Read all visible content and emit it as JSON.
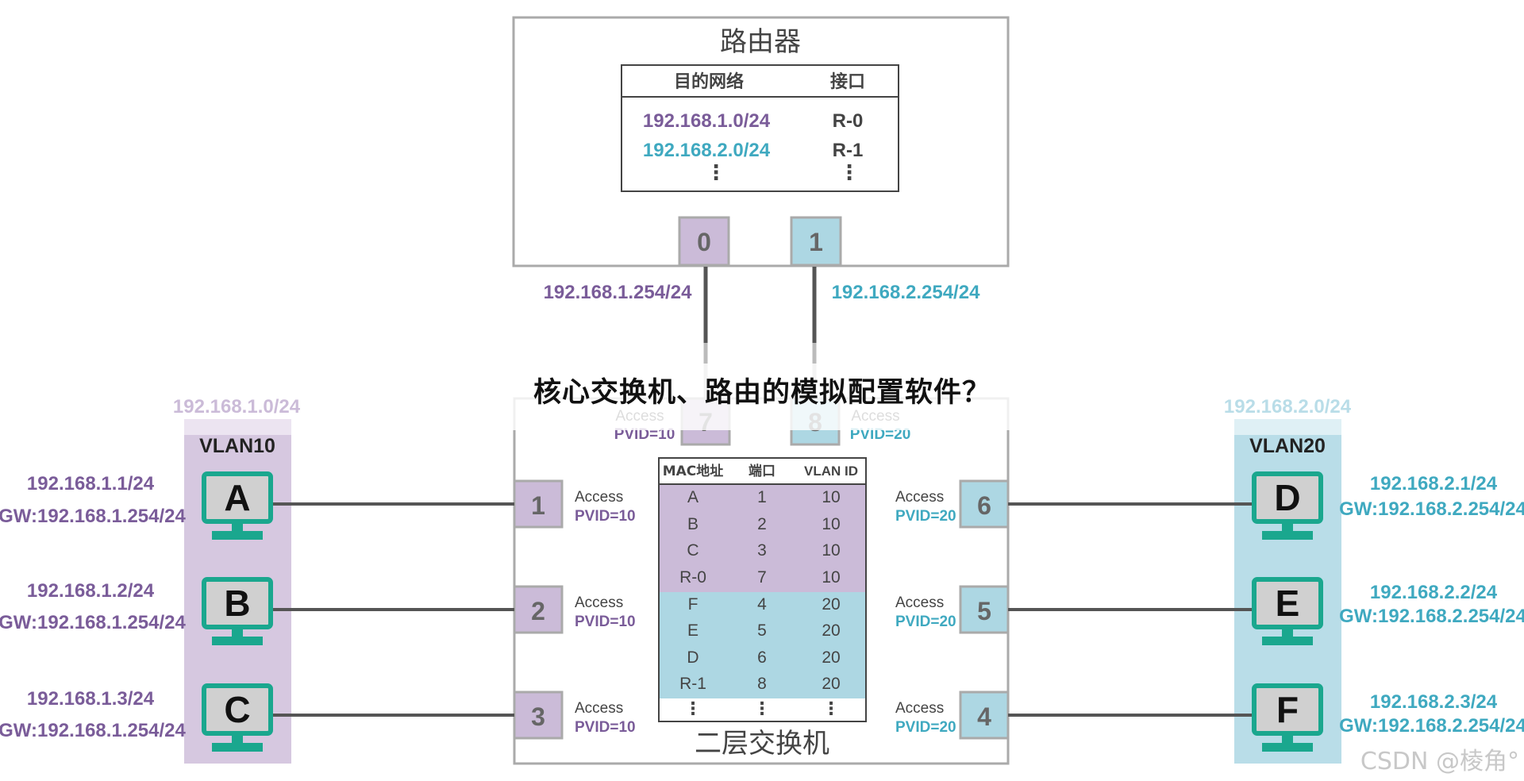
{
  "colors": {
    "purple": "#7a5c99",
    "purple_fill": "#cbbbd8",
    "purple_band": "#d6c8e0",
    "cyan": "#3fa9c0",
    "cyan_fill": "#add7e3",
    "cyan_band": "#b9dde8",
    "teal": "#1aa78e",
    "gray_text": "#444444",
    "border": "#aaaaaa"
  },
  "router": {
    "title": "路由器",
    "table_headers": [
      "目的网络",
      "接口"
    ],
    "rows": [
      {
        "network": "192.168.1.0/24",
        "iface": "R-0"
      },
      {
        "network": "192.168.2.0/24",
        "iface": "R-1"
      }
    ],
    "ellipsis": "⋮",
    "port0": "0",
    "port1": "1",
    "ip0": "192.168.1.254/24",
    "ip1": "192.168.2.254/24"
  },
  "switch": {
    "title": "二层交换机",
    "table_headers": [
      "MAC地址",
      "端口",
      "VLAN ID"
    ],
    "rows": [
      {
        "mac": "A",
        "port": "1",
        "vlan": "10"
      },
      {
        "mac": "B",
        "port": "2",
        "vlan": "10"
      },
      {
        "mac": "C",
        "port": "3",
        "vlan": "10"
      },
      {
        "mac": "R-0",
        "port": "7",
        "vlan": "10"
      },
      {
        "mac": "F",
        "port": "4",
        "vlan": "20"
      },
      {
        "mac": "E",
        "port": "5",
        "vlan": "20"
      },
      {
        "mac": "D",
        "port": "6",
        "vlan": "20"
      },
      {
        "mac": "R-1",
        "port": "8",
        "vlan": "20"
      }
    ],
    "ellipsis": "⋮",
    "ports": {
      "p1": "1",
      "p2": "2",
      "p3": "3",
      "p4": "4",
      "p5": "5",
      "p6": "6",
      "p7": "7",
      "p8": "8"
    },
    "access": "Access",
    "pvid10": "PVID=10",
    "pvid20": "PVID=20"
  },
  "vlan10": {
    "network": "192.168.1.0/24",
    "label": "VLAN10",
    "hosts": [
      {
        "name": "A",
        "ip": "192.168.1.1/24",
        "gw": "GW:192.168.1.254/24"
      },
      {
        "name": "B",
        "ip": "192.168.1.2/24",
        "gw": "GW:192.168.1.254/24"
      },
      {
        "name": "C",
        "ip": "192.168.1.3/24",
        "gw": "GW:192.168.1.254/24"
      }
    ]
  },
  "vlan20": {
    "network": "192.168.2.0/24",
    "label": "VLAN20",
    "hosts": [
      {
        "name": "D",
        "ip": "192.168.2.1/24",
        "gw": "GW:192.168.2.254/24"
      },
      {
        "name": "E",
        "ip": "192.168.2.2/24",
        "gw": "GW:192.168.2.254/24"
      },
      {
        "name": "F",
        "ip": "192.168.2.3/24",
        "gw": "GW:192.168.2.254/24"
      }
    ]
  },
  "overlay_title": "核心交换机、路由的模拟配置软件？",
  "watermark": "CSDN @棱角°"
}
